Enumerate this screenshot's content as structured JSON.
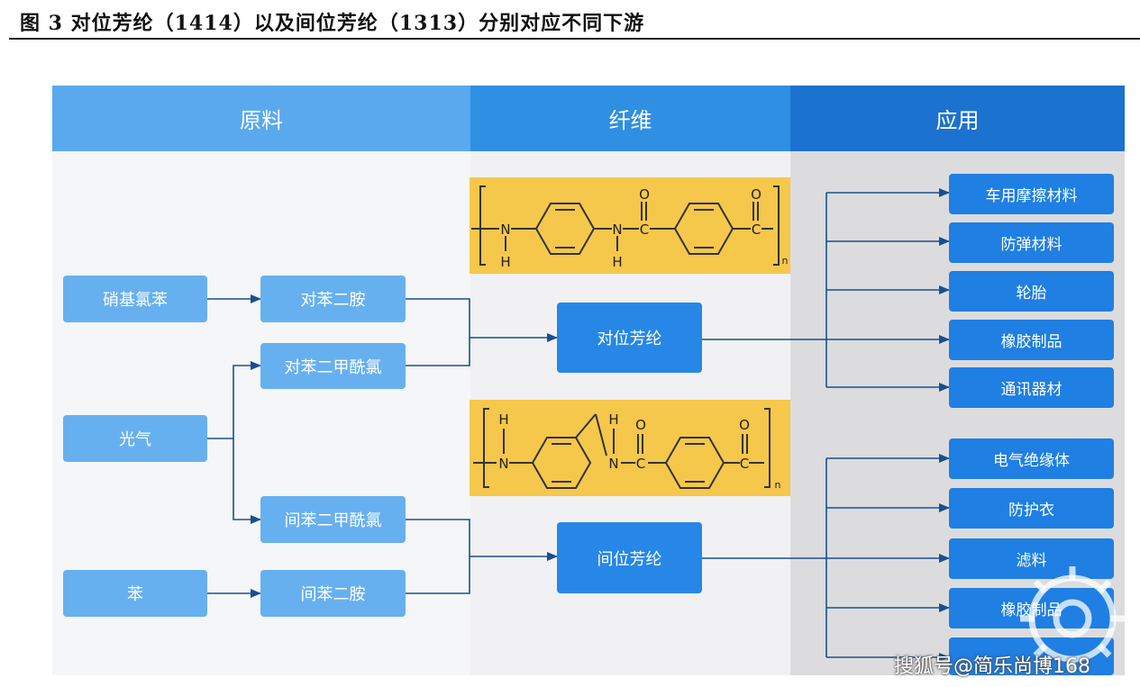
{
  "figure_title": "图 3 对位芳纶（1414）以及间位芳纶（1313）分别对应不同下游",
  "columns": {
    "raw": "原料",
    "fiber": "纤维",
    "app": "应用"
  },
  "raw_materials": {
    "nitrochlorobenzene": "硝基氯苯",
    "phosgene": "光气",
    "benzene": "苯",
    "p_phenylenediamine": "对苯二胺",
    "terephthaloyl_chloride": "对苯二甲酰氯",
    "isophthaloyl_chloride": "间苯二甲酰氯",
    "m_phenylenediamine": "间苯二胺"
  },
  "fibers": {
    "para": "对位芳纶",
    "meta": "间位芳纶"
  },
  "applications_para": [
    "车用摩擦材料",
    "防弹材料",
    "轮胎",
    "橡胶制品",
    "通讯器材"
  ],
  "applications_meta": [
    "电气绝缘体",
    "防护衣",
    "滤料",
    "橡胶制品",
    ""
  ],
  "structure_labels": {
    "N": "N",
    "H": "H",
    "C": "C",
    "O": "O",
    "n": "n"
  },
  "watermark": "搜狐号@简乐尚博168",
  "colors": {
    "header_raw": "#5aa9ee",
    "header_fiber": "#2f8fe2",
    "header_app": "#1c72cf",
    "structure_bg": "#f5c74b",
    "line": "#1a4f8f"
  }
}
